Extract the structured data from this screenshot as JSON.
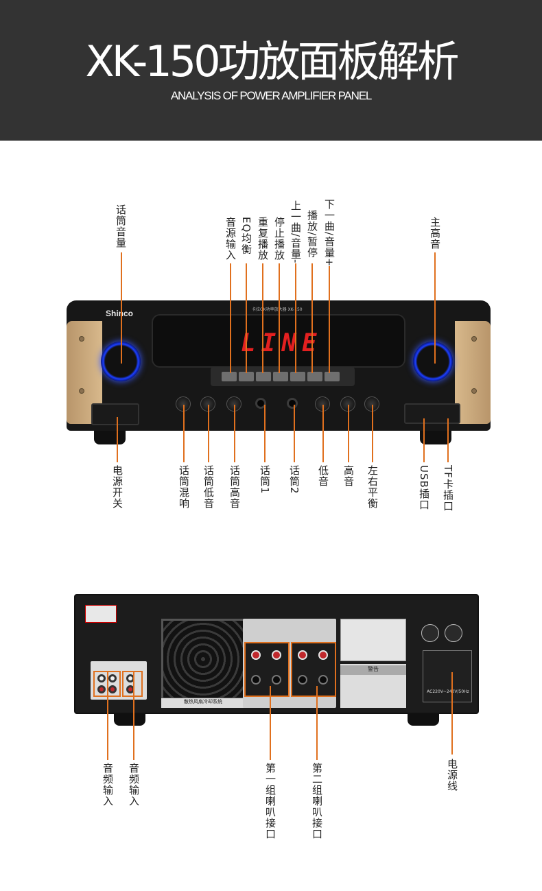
{
  "header": {
    "title": "XK-150功放面板解析",
    "subtitle": "ANALYSIS OF POWER AMPLIFIER PANEL"
  },
  "front_panel": {
    "brand": "Shinco",
    "model_text": "卡拉OK功率放大器 XK-150",
    "display_text": "LINE",
    "top_labels": {
      "mic_volume": "话筒音量",
      "source_input": "音源输入",
      "eq": "EQ均衡",
      "repeat": "重复播放",
      "stop": "停止播放",
      "prev_vol_down": "上一曲/音量-",
      "play_pause": "播放/暂停",
      "next_vol_up": "下一曲/音量+",
      "master_treble": "主高音"
    },
    "bottom_labels": {
      "power_switch": "电源开关",
      "mic_echo": "话筒混响",
      "mic_bass": "话筒低音",
      "mic_treble": "话筒高音",
      "mic1": "话筒1",
      "mic2": "话筒2",
      "bass": "低音",
      "treble": "高音",
      "balance": "左右平衡",
      "usb_slot": "USB插口",
      "tf_slot": "TF卡插口"
    }
  },
  "rear_panel": {
    "labels": {
      "audio_in_1": "音频输入",
      "audio_in_2": "音频输入",
      "speaker_group_1": "第一组喇叭接口",
      "speaker_group_2": "第二组喇叭接口",
      "power_cord": "电源线"
    },
    "warning_title": "警告",
    "fan_caption": "散热风扇冷却系统",
    "power_note": "AC220V~240V/50Hz"
  },
  "colors": {
    "header_bg": "#333333",
    "leader_line": "#e0701e",
    "display_red": "#e32020",
    "knob_glow": "#3a5aff"
  }
}
